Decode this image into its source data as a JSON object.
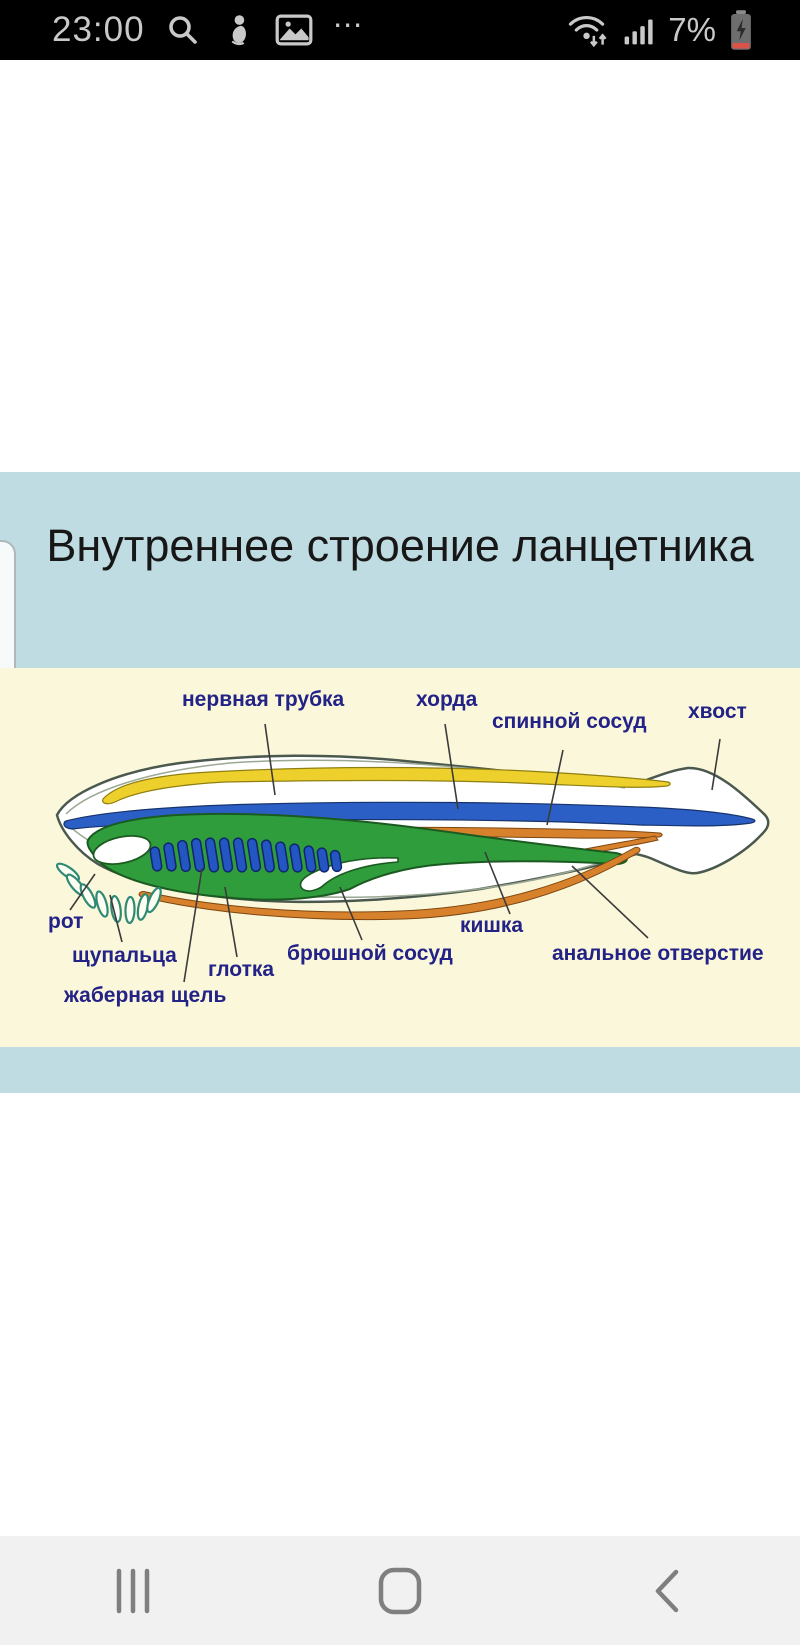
{
  "status_bar": {
    "time": "23:00",
    "battery_percent": "7%",
    "icons": [
      "search-icon",
      "person-icon",
      "image-icon",
      "more-icon",
      "wifi-arrows-icon",
      "signal-icon",
      "battery-charging-icon"
    ]
  },
  "slide": {
    "title": "Внутреннее строение ланцетника",
    "banner_color": "#BEDCE1",
    "diagram_background": "#FAF7DA"
  },
  "diagram": {
    "label_color": "#232287",
    "part_colors": {
      "nerve_tube_yellow": "#EED02D",
      "notochord_blue": "#2C5FC6",
      "vessels_orange": "#D8812D",
      "pharynx_green": "#2F9D3C",
      "gill_slit_blue": "#2355C3"
    },
    "labels": [
      {
        "name": "nerve-tube",
        "text": "нервная трубка"
      },
      {
        "name": "notochord",
        "text": "хорда"
      },
      {
        "name": "dorsal-vessel",
        "text": "спинной сосуд"
      },
      {
        "name": "tail",
        "text": "хвост"
      },
      {
        "name": "mouth",
        "text": "рот"
      },
      {
        "name": "tentacles",
        "text": "щупальца"
      },
      {
        "name": "pharynx",
        "text": "глотка"
      },
      {
        "name": "gill-slit",
        "text": "жаберная щель"
      },
      {
        "name": "ventral-vessel",
        "text": "брюшной сосуд"
      },
      {
        "name": "intestine",
        "text": "кишка"
      },
      {
        "name": "anal-opening",
        "text": "анальное отверстие"
      }
    ]
  },
  "nav_bar": {
    "buttons": [
      "recents",
      "home",
      "back"
    ]
  }
}
